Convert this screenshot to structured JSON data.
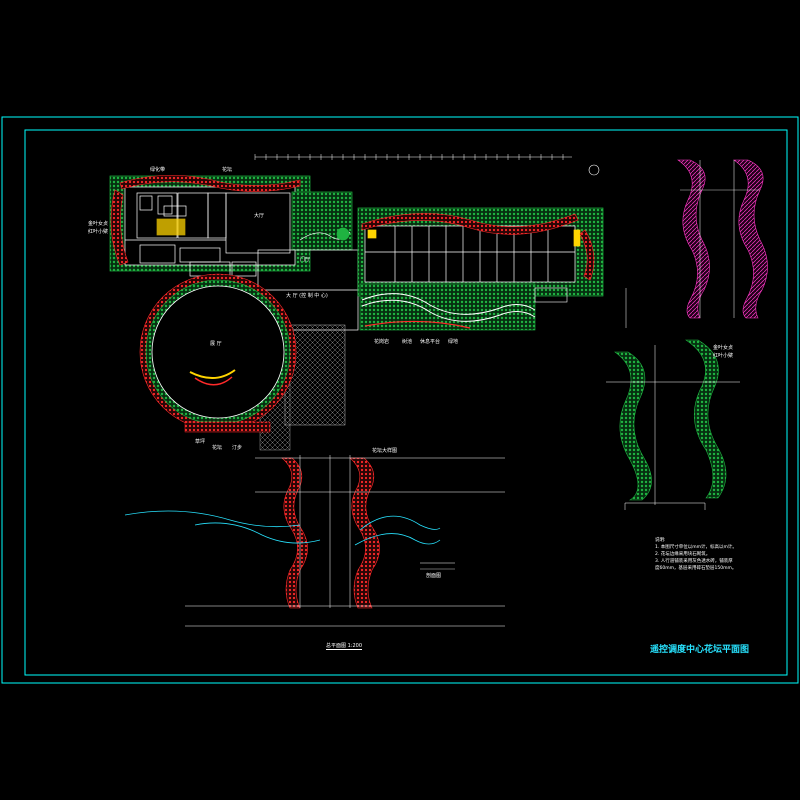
{
  "drawing": {
    "title": "遥控调度中心花坛平面图",
    "scale_caption": "总平面图 1:200",
    "notes_heading": "说明:",
    "notes": [
      "1. 本图尺寸单位以mm计，标高以m计。",
      "2. 花坛边缘采用块石砌筑。",
      "3. 人行道铺装采用灰色透水砖，铺装厚",
      "度60mm，基层采用碎石垫层150mm。"
    ],
    "room_labels": [
      "大厅",
      "门厅",
      "大 厅 (控 制 中 心)",
      "展 厅"
    ],
    "legend_left": [
      "金叶女贞",
      "红叶小檗"
    ],
    "legend_right": [
      "金叶女贞",
      "红叶小檗"
    ],
    "bottom_labels": [
      "草坪",
      "花坛",
      "汀步",
      "花岗岩",
      "树池",
      "休息平台",
      "绿地"
    ],
    "top_labels": [
      "绿化带",
      "花坛"
    ],
    "mid_label": "花坛大样图",
    "small_label": "剖面图"
  },
  "colors": {
    "frame": "#00ffff",
    "walls": "#ffffff",
    "planting_green": "#1fb341",
    "planting_red": "#ff2a2a",
    "magenta": "#ff39c8",
    "accent_yellow": "#ffd400",
    "title_cyan": "#28e3ff"
  }
}
